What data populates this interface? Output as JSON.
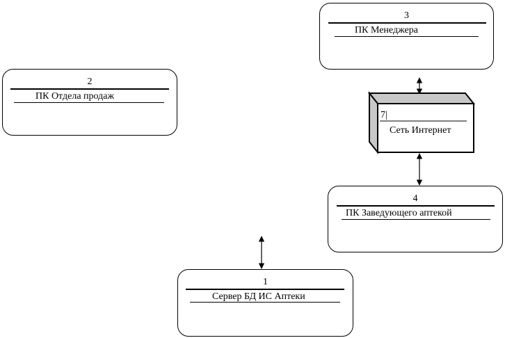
{
  "nodes": [
    {
      "number": "1",
      "label": "Сервер БД ИС Аптеки"
    },
    {
      "number": "2",
      "label": "ПК Отдела продаж"
    },
    {
      "number": "3",
      "label": "ПК Менеджера"
    },
    {
      "number": "4",
      "label": "ПК Заведующего  аптекой"
    }
  ],
  "network_box": {
    "number": "7|",
    "label": "Сеть Интернет"
  }
}
